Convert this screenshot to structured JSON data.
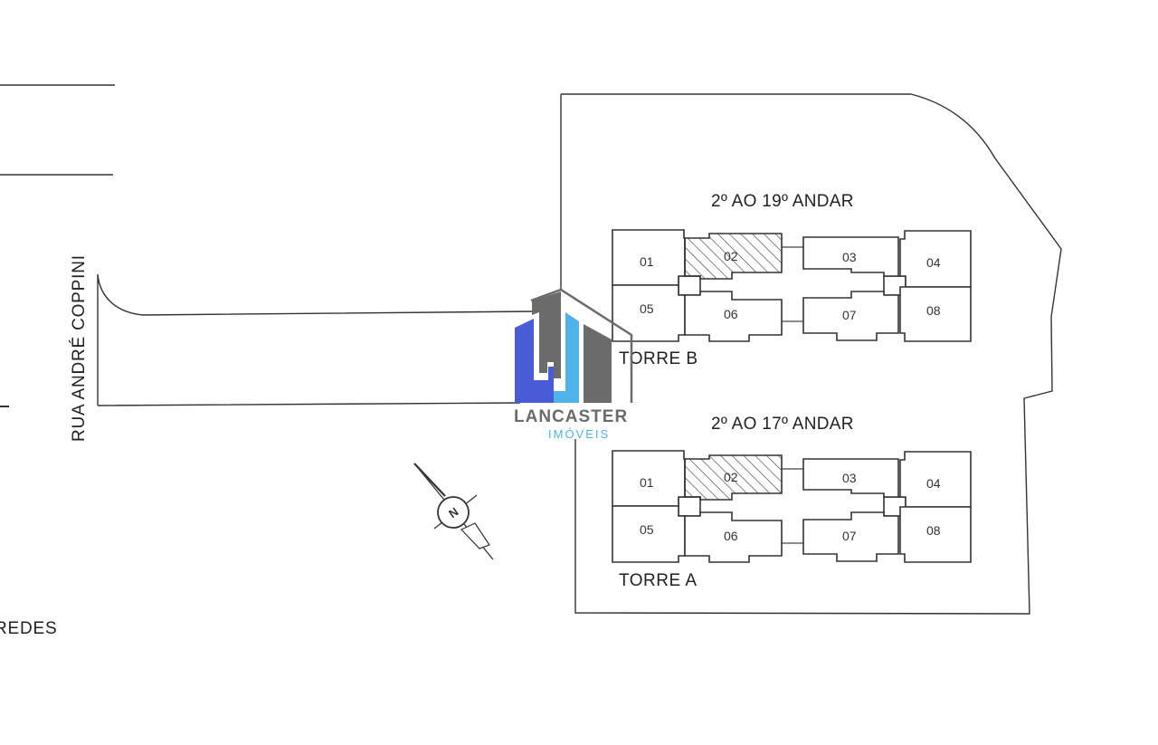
{
  "streets": {
    "vertical": "RUA ANDRÉ COPPINI",
    "bottom_left": "REDES"
  },
  "compass": {
    "letter": "N"
  },
  "logo": {
    "name": "LANCASTER",
    "subtitle": "IMÓVEIS",
    "colors": {
      "gray": "#6b6b6b",
      "blue": "#4fb3e8",
      "indigo": "#4a5bd8"
    }
  },
  "towers": [
    {
      "name": "TORRE B",
      "floors": "2º AO 19º ANDAR",
      "highlighted_unit": "02",
      "units": [
        "01",
        "02",
        "03",
        "04",
        "05",
        "06",
        "07",
        "08"
      ]
    },
    {
      "name": "TORRE A",
      "floors": "2º AO 17º ANDAR",
      "highlighted_unit": "02",
      "units": [
        "01",
        "02",
        "03",
        "04",
        "05",
        "06",
        "07",
        "08"
      ]
    }
  ]
}
